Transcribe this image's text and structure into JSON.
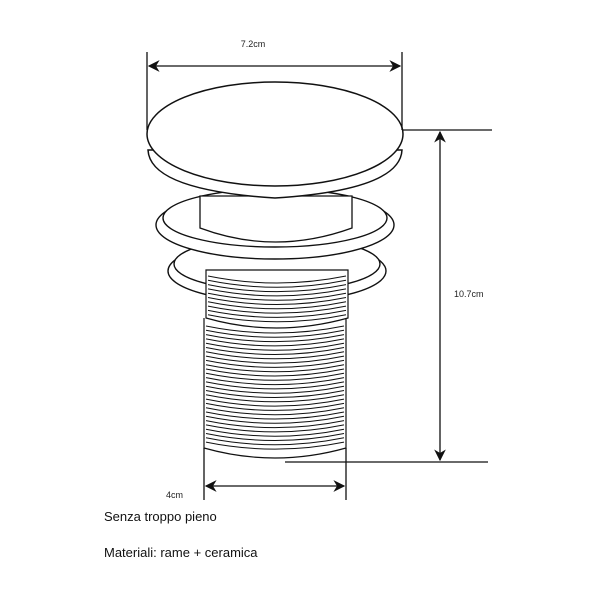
{
  "dimensions": {
    "top_width": "7.2cm",
    "height": "10.7cm",
    "bottom_width": "4cm"
  },
  "captions": {
    "overflow": "Senza troppo pieno",
    "materials": "Materiali: rame + ceramica"
  },
  "colors": {
    "line": "#111111",
    "background": "#ffffff"
  }
}
